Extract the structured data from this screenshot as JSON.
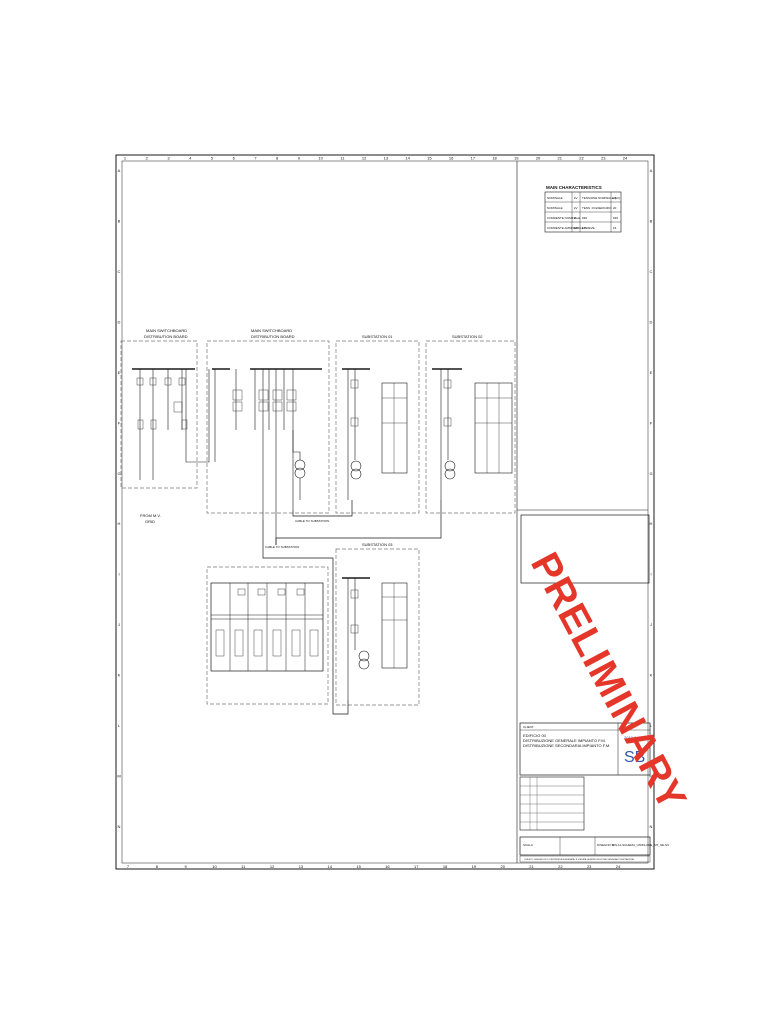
{
  "frame": {
    "top_columns": [
      "1",
      "2",
      "3",
      "4",
      "5",
      "6",
      "7",
      "8",
      "9",
      "10",
      "11",
      "12",
      "13",
      "14",
      "15",
      "16",
      "17",
      "18",
      "19",
      "20",
      "21",
      "22",
      "23",
      "24"
    ],
    "bottom_columns": [
      "7",
      "8",
      "9",
      "10",
      "11",
      "12",
      "13",
      "14",
      "15",
      "16",
      "17",
      "18",
      "19",
      "20",
      "21",
      "22",
      "23",
      "24"
    ],
    "rows": [
      "A",
      "B",
      "C",
      "D",
      "E",
      "F",
      "G",
      "H",
      "I",
      "J",
      "K",
      "L",
      "M",
      "N"
    ]
  },
  "characteristics": {
    "title": "MAIN CHARACTERISTICS",
    "rows": [
      [
        "NOMINALE",
        "kV",
        "TENSIONE NOMINALE (kV)",
        "24"
      ],
      [
        "NOMINALE",
        "kV",
        "TENS. DI ESERCIZIO",
        "20"
      ],
      [
        "CORRENTE NOMINALE",
        "A",
        "630",
        "630"
      ],
      [
        "CORRENTE AMMISSIBILE BREVE",
        "kA",
        "16",
        "16"
      ]
    ]
  },
  "panels": {
    "p1": {
      "label1": "MAIN SWITCHBOARD",
      "label2": "DISTRIBUTION BOARD"
    },
    "p2": {
      "label1": "MAIN SWITCHBOARD",
      "label2": "DISTRIBUTION BOARD"
    },
    "p3": {
      "label1": "SUBSTATION 01"
    },
    "p4": {
      "label1": "SUBSTATION 02"
    },
    "p5": {
      "label1": "SUBSTATION 03"
    }
  },
  "supply_note": {
    "line1": "FROM M.V.",
    "line2": "GRID"
  },
  "cables": {
    "c1": "CABLE TO SUBSTATION",
    "c2": "CABLE TO SUBSTATION"
  },
  "watermark": "PRELIMINARY",
  "title_block": {
    "client_label": "CLIENT",
    "project_lines": [
      "EDIFICIO 00",
      "DISTRIBUZIONE GENERALE IMPIANTO F.M.",
      "DISTRIBUZIONE SECONDARIA IMPIANTO F.M."
    ],
    "rev_label": "REV.",
    "date": "2019-0-0",
    "initials": "SB",
    "scale_label": "SCALA",
    "drawing_label": "DISEGNO N.",
    "drawing_code": "DIS-11-SCHEMA_UNIFILARE_MT_SE-SU",
    "footer": "QUESTO DISEGNO È DI PROPRIETÀ RISERVATA. È VIETATA LA RIPRODUZIONE SENZA AUTORIZZAZIONE."
  },
  "colors": {
    "line": "#1a1a1a",
    "dash": "#777777",
    "watermark": "#e4372a",
    "initials": "#3355aa"
  }
}
